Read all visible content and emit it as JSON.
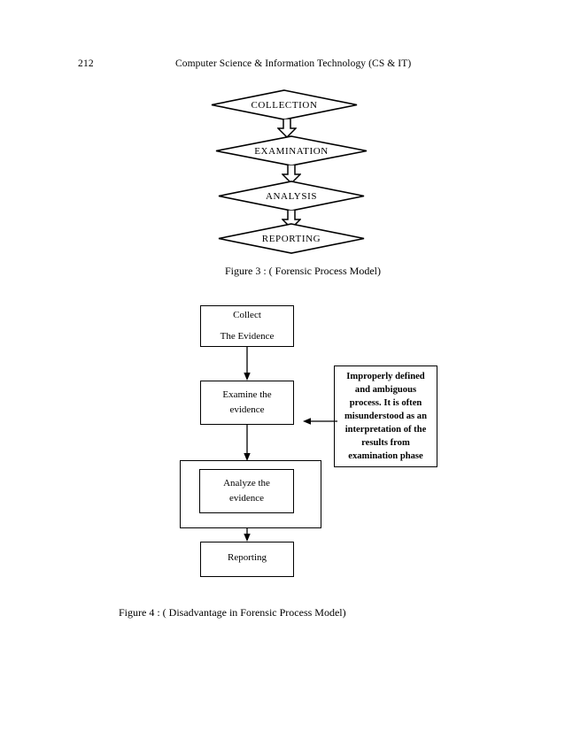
{
  "page": {
    "number": "212",
    "running_head": "Computer Science & Information Technology (CS & IT)"
  },
  "figure3": {
    "caption": "Figure 3 : ( Forensic Process Model)",
    "nodes": [
      {
        "label": "COLLECTION"
      },
      {
        "label": "EXAMINATION"
      },
      {
        "label": "ANALYSIS"
      },
      {
        "label": "REPORTING"
      }
    ]
  },
  "figure4": {
    "caption": "Figure 4 : ( Disadvantage in Forensic Process Model)",
    "boxes": [
      {
        "line1": "Collect",
        "line2": "The Evidence"
      },
      {
        "line1": "Examine the",
        "line2": "evidence"
      },
      {
        "line1": "Analyze the",
        "line2": "evidence"
      },
      {
        "line1": "Reporting",
        "line2": ""
      }
    ],
    "note": "Improperly defined and ambiguous process. It is often misunderstood as an interpretation of the results from examination phase"
  },
  "colors": {
    "stroke": "#000000",
    "paper": "#ffffff"
  }
}
